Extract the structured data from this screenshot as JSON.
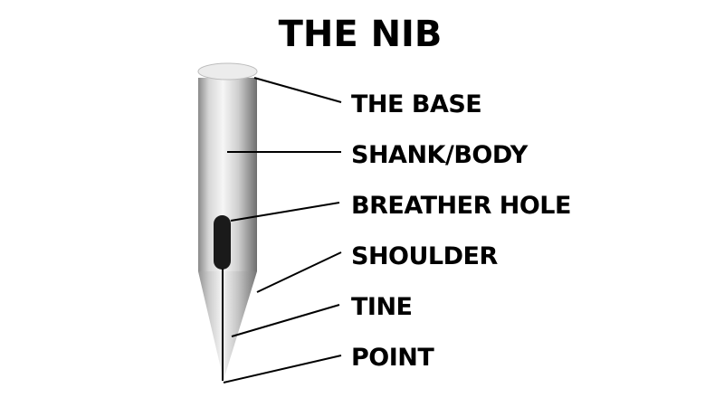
{
  "title": "THE NIB",
  "labels": {
    "base": "THE BASE",
    "shank": "SHANK/BODY",
    "breather": "BREATHER HOLE",
    "shoulder": "SHOULDER",
    "tine": "TINE",
    "point": "POINT"
  },
  "colors": {
    "text": "#000000",
    "metal_dark": "#6b6b6b",
    "metal_light": "#f4f4f4",
    "breather_hole": "#1a1a1a"
  }
}
